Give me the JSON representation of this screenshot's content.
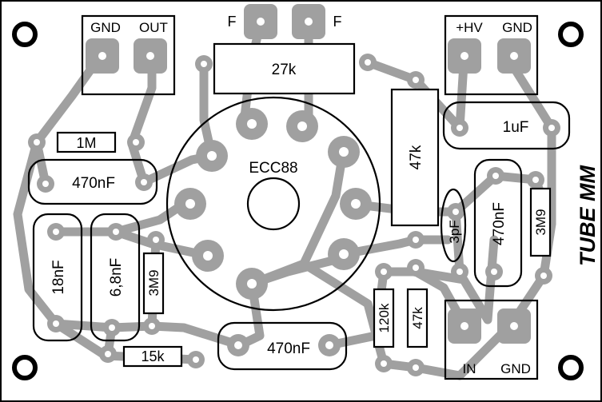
{
  "board": {
    "title": "TUBE MM",
    "tube": "ECC88"
  },
  "connectors": {
    "top_left": [
      "GND",
      "OUT"
    ],
    "filament": [
      "F",
      "F"
    ],
    "top_right": [
      "+HV",
      "GND"
    ],
    "bottom_right": [
      "IN",
      "GND"
    ]
  },
  "components": {
    "r_27k": "27k",
    "r_1m": "1M",
    "c_470nf_left": "470nF",
    "r_47k_right": "47k",
    "c_1uf": "1uF",
    "c_3pf": "3pF",
    "c_470nf_right": "470nF",
    "r_3m9_right": "3M9",
    "c_18nf": "18nF",
    "c_6_8nf": "6,8nF",
    "r_3m9_left": "3M9",
    "r_15k": "15k",
    "c_470nf_bottom": "470nF",
    "r_120k": "120k",
    "r_47k_bottom": "47k"
  },
  "colors": {
    "copper": "#a0a0a0",
    "silkscreen": "#000000",
    "background": "#ffffff"
  }
}
